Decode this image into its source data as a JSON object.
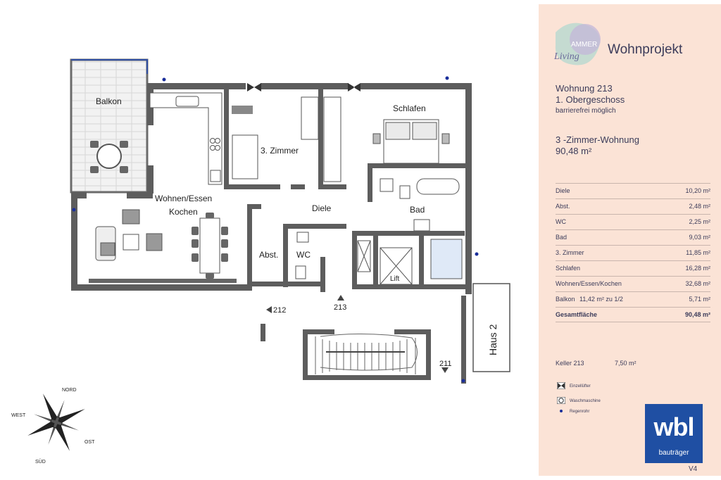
{
  "plan": {
    "rooms": {
      "balkon": "Balkon",
      "wohnen_line1": "Wohnen/Essen",
      "wohnen_line2": "Kochen",
      "zimmer3": "3. Zimmer",
      "schlafen": "Schlafen",
      "diele": "Diele",
      "bad": "Bad",
      "abst": "Abst.",
      "wc": "WC",
      "lift": "Lift",
      "haus2": "Haus 2"
    },
    "unit_markers": [
      "212",
      "213",
      "211"
    ],
    "compass": {
      "north": "NORD",
      "west": "WEST",
      "east": "OST",
      "south": "SÜD"
    }
  },
  "panel": {
    "logo_word_top": "AMMER",
    "logo_word_bottom": "Living",
    "project": "Wohnprojekt",
    "unit": "Wohnung 213",
    "floor": "1. Obergeschoss",
    "accessibility": "barrierefrei möglich",
    "type": "3 -Zimmer-Wohnung",
    "total_area": "90,48 m²",
    "areas": [
      {
        "name": "Diele",
        "value": "10,20 m²"
      },
      {
        "name": "Abst.",
        "value": "2,48 m²"
      },
      {
        "name": "WC",
        "value": "2,25 m²"
      },
      {
        "name": "Bad",
        "value": "9,03 m²"
      },
      {
        "name": "3. Zimmer",
        "value": "11,85 m²"
      },
      {
        "name": "Schlafen",
        "value": "16,28 m²"
      },
      {
        "name": "Wohnen/Essen/Kochen",
        "value": "32,68 m²"
      },
      {
        "name": "Balkon",
        "mid": "11,42 m² zu 1/2",
        "value": "5,71 m²"
      }
    ],
    "total": {
      "name": "Gesamtfläche",
      "value": "90,48 m²"
    },
    "keller": {
      "name": "Keller 213",
      "value": "7,50 m²"
    },
    "legend": [
      {
        "icon": "window-door-icon",
        "label": "Einzellüfter"
      },
      {
        "icon": "washing-machine-icon",
        "label": "Waschmaschine"
      },
      {
        "icon": "downpipe-icon",
        "label": "Regenrohr"
      }
    ],
    "brand_top": "wbl",
    "brand_bottom": "bauträger",
    "version": "V4"
  },
  "colors": {
    "wall": "#5a5a5a",
    "panel_bg": "#fbe3d6",
    "brand_blue": "#1f4fa3",
    "text": "#3c3c5a",
    "balcony_tile": "#ececec"
  }
}
